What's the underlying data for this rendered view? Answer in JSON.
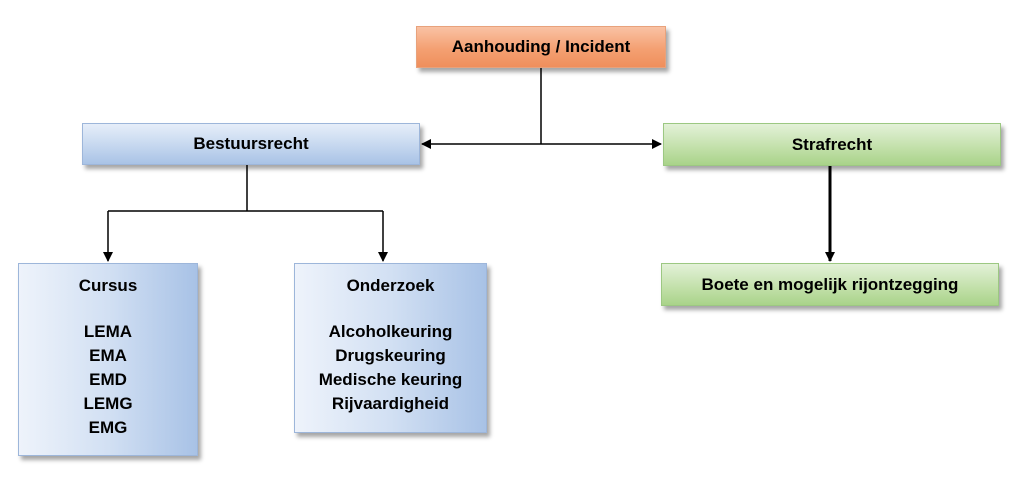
{
  "nodes": {
    "root": "Aanhouding / Incident",
    "bestuursrecht": "Bestuursrecht",
    "strafrecht": "Strafrecht",
    "cursus": {
      "title": "Cursus",
      "items": [
        "LEMA",
        "EMA",
        "EMD",
        "LEMG",
        "EMG"
      ]
    },
    "onderzoek": {
      "title": "Onderzoek",
      "items": [
        "Alcoholkeuring",
        "Drugskeuring",
        "Medische keuring",
        "Rijvaardigheid"
      ]
    },
    "boete": "Boete en mogelijk rijontzegging"
  },
  "colors": {
    "root": "#f4a072",
    "bestuursrecht": "#c5d7ef",
    "strafrecht": "#c4e1ac",
    "line": "#000000"
  }
}
